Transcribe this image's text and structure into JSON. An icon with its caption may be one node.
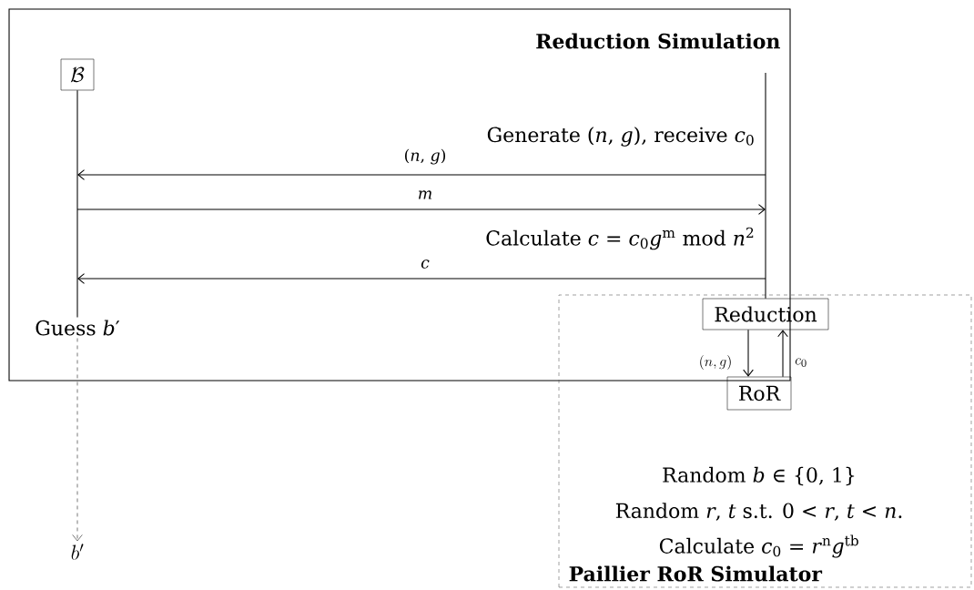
{
  "diagram": {
    "nodes": [
      {
        "text": [
          "Reduction Simulation"
        ]
      },
      {
        "text": [
          "\\mathcal{B}"
        ],
        "in": 0
      },
      {
        "text": [
          "Guess *b*′"
        ],
        "in": 0
      },
      {
        "text": [
          "Random *b* ∈ {0, 1}",
          "Random *r*, *t* s.t. 0 < *r*, *t* < *n*.",
          "Calculate *c*$_{0}$ = *r*$^{n}$*g*$^{tb}$",
          "Paillier RoR Simulator"
        ]
      },
      {
        "text": [
          "Reduction"
        ],
        "in": 3
      },
      {
        "text": [
          "RoR"
        ],
        "in": 3
      },
      {
        "text": [
          "b'"
        ]
      }
    ],
    "edges": [
      {
        "from": 1,
        "to": 2,
        "arrow": "none"
      },
      {
        "from": 2,
        "to": 6,
        "arrow": "to",
        "style": "dashed"
      },
      {
        "from": 4,
        "to": 5,
        "arrow": "to",
        "label": "(n,g)"
      },
      {
        "from": 5,
        "to": 4,
        "arrow": "to",
        "label": "c_0"
      },
      {
        "from": 4,
        "to": null,
        "arrow": "none"
      }
    ],
    "labels": [
      "Generate (*n*, *g*), receive *c*$_{0}$",
      "(*n*, *g*)",
      "*m*",
      "Calculate *c* = *c*$_{0}$*g*$^{m}$ mod *n*$^{2}$",
      "*c*"
    ]
  }
}
